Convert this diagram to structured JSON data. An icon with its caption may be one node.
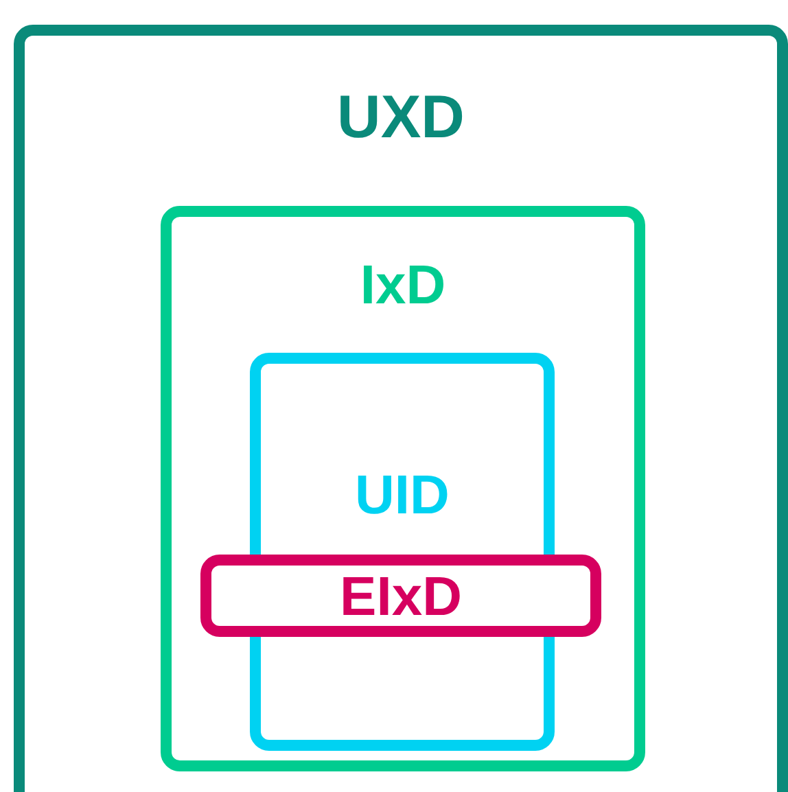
{
  "diagram": {
    "nodes": [
      {
        "text": [
          "UXD"
        ]
      },
      {
        "text": [
          "IxD"
        ],
        "in": 0
      },
      {
        "text": [
          "UID"
        ],
        "in": 1
      },
      {
        "text": [
          "EIxD"
        ],
        "in": 1
      }
    ]
  }
}
